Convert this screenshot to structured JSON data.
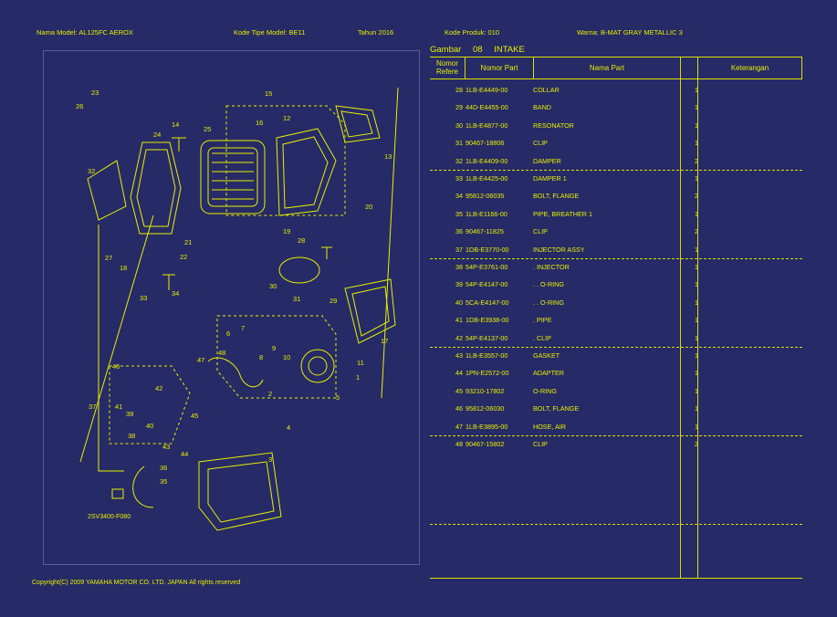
{
  "header": {
    "model_name_label": "Nama Model:",
    "model_name": "AL125FC AEROX",
    "model_type_label": "Kode Tipe Model:",
    "model_type": "BE11",
    "year_label": "Tahun",
    "year": "2016",
    "product_code_label": "Kode Produk:",
    "product_code": "010",
    "color_label": "Warna:",
    "color": "B-MAT GRAY METALLIC 3"
  },
  "figure": {
    "label": "Gambar",
    "number": "08",
    "title": "INTAKE"
  },
  "table": {
    "headers": {
      "ref": "Nomor Refere",
      "part_no": "Nomor Part",
      "part_name": "Nama Part",
      "qty": "",
      "remarks": "Keterangan"
    },
    "rows": [
      {
        "no": "28",
        "part_no": "1LB-E4449-00",
        "name": "COLLAR",
        "qty": "1"
      },
      {
        "no": "29",
        "part_no": "44D-E4455-00",
        "name": "BAND",
        "qty": "1"
      },
      {
        "no": "30",
        "part_no": "1LB-E4877-00",
        "name": "RESONATOR",
        "qty": "1"
      },
      {
        "no": "31",
        "part_no": "90467-18806",
        "name": "CLIP",
        "qty": "1"
      },
      {
        "no": "32",
        "part_no": "1LB-E4409-00",
        "name": "DAMPER",
        "qty": "2"
      },
      {
        "no": "33",
        "part_no": "1LB-E4425-00",
        "name": "DAMPER 1",
        "qty": "1"
      },
      {
        "no": "34",
        "part_no": "95812-06035",
        "name": "BOLT, FLANGE",
        "qty": "2"
      },
      {
        "no": "35",
        "part_no": "1LB-E1166-00",
        "name": "PIPE, BREATHER 1",
        "qty": "1"
      },
      {
        "no": "36",
        "part_no": "90467-11825",
        "name": "CLIP",
        "qty": "2"
      },
      {
        "no": "37",
        "part_no": "1DB-E3770-00",
        "name": "INJECTOR ASSY",
        "qty": "1"
      },
      {
        "no": "38",
        "part_no": "54P-E3761-00",
        "name": ". INJECTOR",
        "qty": "1"
      },
      {
        "no": "39",
        "part_no": "54P-E4147-00",
        "name": ". . O-RING",
        "qty": "1"
      },
      {
        "no": "40",
        "part_no": "5CA-E4147-00",
        "name": ". . O-RING",
        "qty": "1"
      },
      {
        "no": "41",
        "part_no": "1DB-E3938-00",
        "name": ". PIPE",
        "qty": "1"
      },
      {
        "no": "42",
        "part_no": "54P-E4137-00",
        "name": ". CLIP",
        "qty": "1"
      },
      {
        "no": "43",
        "part_no": "1LB-E3557-00",
        "name": "GASKET",
        "qty": "1"
      },
      {
        "no": "44",
        "part_no": "1PN-E2572-00",
        "name": "ADAPTER",
        "qty": "1"
      },
      {
        "no": "45",
        "part_no": "93210-17802",
        "name": "O-RING",
        "qty": "1"
      },
      {
        "no": "46",
        "part_no": "95812-06030",
        "name": "BOLT, FLANGE",
        "qty": "1"
      },
      {
        "no": "47",
        "part_no": "1LB-E3895-00",
        "name": "HOSE, AIR",
        "qty": "1"
      },
      {
        "no": "48",
        "part_no": "90467-15802",
        "name": "CLIP",
        "qty": "2"
      }
    ]
  },
  "diagram": {
    "code": "2SV3400-F080",
    "callouts": [
      "1",
      "2",
      "3",
      "4",
      "5",
      "6",
      "7",
      "8",
      "9",
      "10",
      "11",
      "12",
      "13",
      "14",
      "15",
      "16",
      "17",
      "18",
      "19",
      "20",
      "21",
      "22",
      "23",
      "24",
      "25",
      "26",
      "27",
      "28",
      "29",
      "30",
      "31",
      "32",
      "33",
      "34",
      "35",
      "36",
      "37",
      "38",
      "39",
      "40",
      "41",
      "42",
      "43",
      "44",
      "45",
      "46",
      "47",
      "48"
    ]
  },
  "footer": {
    "copyright": "Copyright(C) 2009 YAMAHA MOTOR CO. LTD. JAPAN All rights reserved"
  },
  "colors": {
    "background": "#262a66",
    "text": "#e8f000",
    "lines": "#d9e000",
    "diagram_border": "#565aa0"
  }
}
